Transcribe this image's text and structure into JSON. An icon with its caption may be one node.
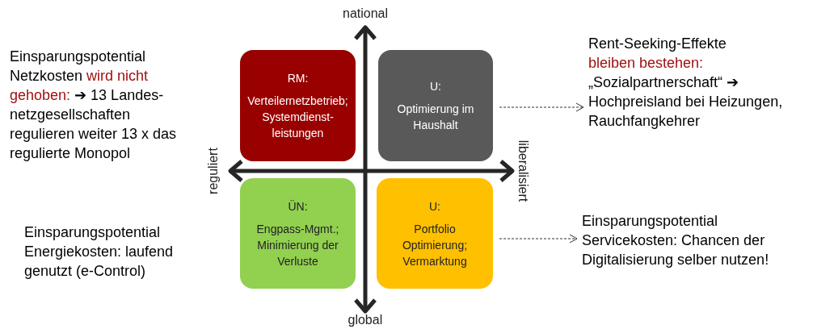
{
  "diagram": {
    "nodes": [
      {
        "text": [
          "RM:",
          "Verteilernetzbetrieb; Systemdienst- leistungen"
        ]
      },
      {
        "text": [
          "U:",
          "Optimierung im Haushalt"
        ]
      },
      {
        "text": [
          "ÜN:",
          "Engpass-Mgmt.; Minimierung der Verluste"
        ]
      },
      {
        "text": [
          "U:",
          "Portfolio Optimierung; Vermarktung"
        ]
      },
      {
        "text": [
          "Rent-Seeking-Effekte",
          "bleiben bestehen:",
          "„Sozialpartnerschaft“ ➔ Hochpreisland bei Heizungen, Rauchfangkehrer"
        ]
      },
      {
        "text": [
          "Einsparungspotential Servicekosten: Chancen der Digitalisierung selber nutzen!"
        ]
      }
    ],
    "edges": [
      {
        "from": 1,
        "to": 4,
        "arrow": "to",
        "style": "dashed"
      },
      {
        "from": 3,
        "to": 5,
        "arrow": "to",
        "style": "dashed"
      }
    ],
    "labels": [
      "national",
      "Einsparungspotential Netzkosten",
      "wird nicht gehoben:",
      "➔ 13 Landes- netzgesellschaften regulieren weiter 13 x das regulierte Monopol",
      "reguliert",
      "liberalisiert",
      "Einsparungspotential Energiekosten: laufend genutzt (e-Control)",
      "global"
    ]
  }
}
